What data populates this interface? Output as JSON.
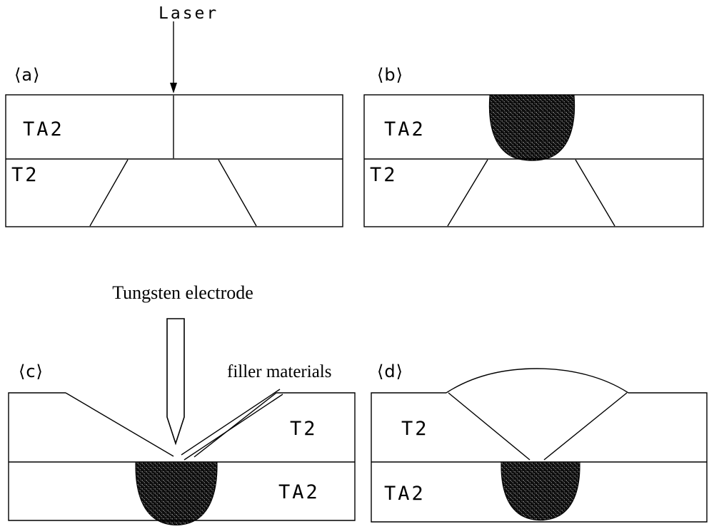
{
  "diagram": {
    "panel_a": {
      "tag": "⟨a⟩",
      "beam_label": "Laser",
      "top_layer": "TA2",
      "bottom_layer": "T2"
    },
    "panel_b": {
      "tag": "⟨b⟩",
      "top_layer": "TA2",
      "bottom_layer": "T2"
    },
    "panel_c": {
      "tag": "⟨c⟩",
      "electrode_label": "Tungsten electrode",
      "filler_label": "filler materials",
      "top_layer": "T2",
      "bottom_layer": "TA2"
    },
    "panel_d": {
      "tag": "⟨d⟩",
      "top_layer": "T2",
      "bottom_layer": "TA2"
    }
  },
  "colors": {
    "line": "#000000",
    "background": "#ffffff",
    "nugget": "#0d0d0d"
  }
}
